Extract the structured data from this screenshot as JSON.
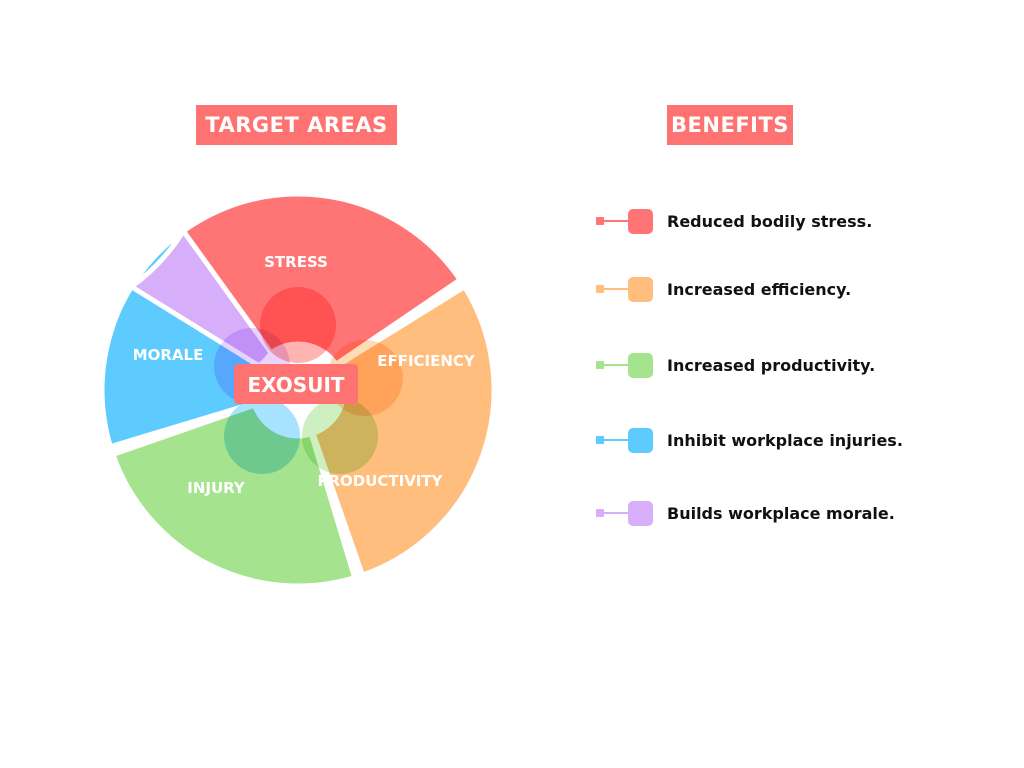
{
  "left_panel": {
    "title": "TARGET AREAS"
  },
  "right_panel": {
    "title": "BENEFITS"
  },
  "wheel": {
    "center_label": "EXOSUIT",
    "center_color": "#ff7272",
    "segments": [
      {
        "label": "STRESS",
        "color": "#ff7474"
      },
      {
        "label": "EFFICIENCY",
        "color": "#ffbe7e"
      },
      {
        "label": "PRODUCTIVITY",
        "color": "#a6e38e"
      },
      {
        "label": "INJURY",
        "color": "#5ecbff"
      },
      {
        "label": "MORALE",
        "color": "#d6aef9"
      }
    ]
  },
  "benefits": [
    {
      "label": "Reduced bodily stress.",
      "color": "#ff7474"
    },
    {
      "label": "Increased efficiency.",
      "color": "#ffbe7e"
    },
    {
      "label": "Increased productivity.",
      "color": "#a6e38e"
    },
    {
      "label": "Inhibit workplace injuries.",
      "color": "#5ecbff"
    },
    {
      "label": "Builds workplace morale.",
      "color": "#d6aef9"
    }
  ]
}
